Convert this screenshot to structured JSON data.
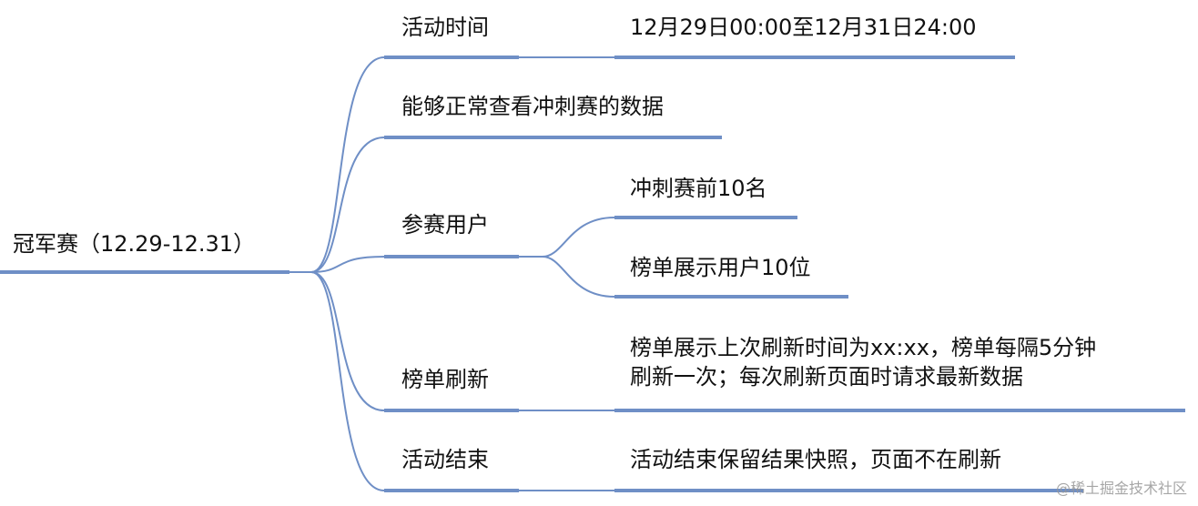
{
  "colors": {
    "line": "#6f8fc6",
    "text": "#111111",
    "watermark": "#9a9a9a"
  },
  "root": {
    "label": "冠军赛（12.29-12.31）"
  },
  "branches": [
    {
      "label": "活动时间",
      "children": [
        {
          "label": "12月29日00:00至12月31日24:00"
        }
      ]
    },
    {
      "label": "能够正常查看冲刺赛的数据",
      "children": []
    },
    {
      "label": "参赛用户",
      "children": [
        {
          "label": "冲刺赛前10名"
        },
        {
          "label": "榜单展示用户10位"
        }
      ]
    },
    {
      "label": "榜单刷新",
      "children": [
        {
          "lines": [
            "榜单展示上次刷新时间为xx:xx，榜单每隔5分钟",
            "刷新一次；每次刷新页面时请求最新数据"
          ]
        }
      ]
    },
    {
      "label": "活动结束",
      "children": [
        {
          "label": "活动结束保留结果快照，页面不在刷新"
        }
      ]
    }
  ],
  "watermark": "@稀土掘金技术社区"
}
